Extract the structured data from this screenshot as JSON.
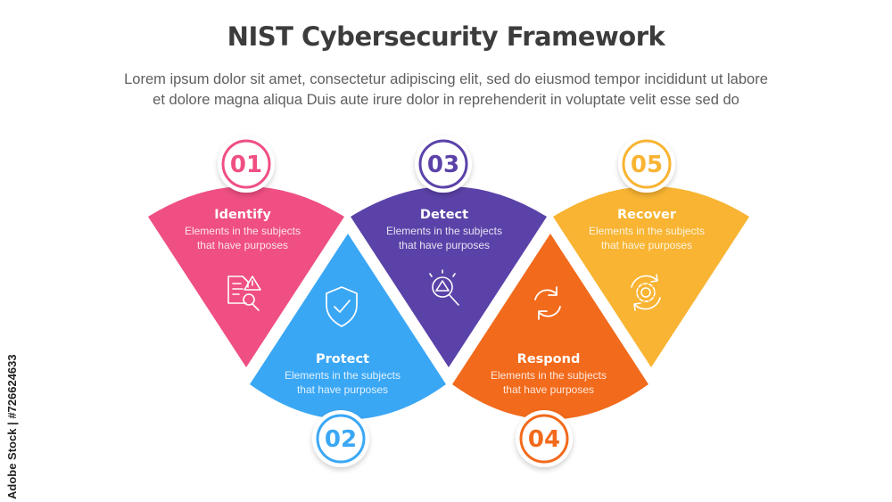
{
  "title": "NIST Cybersecurity Framework",
  "subtitle_line1": "Lorem ipsum dolor sit amet, consectetur adipiscing elit, sed do eiusmod tempor incididunt ut labore",
  "subtitle_line2": "et dolore magna aliqua Duis aute irure dolor in reprehenderit in voluptate velit esse sed do",
  "watermark": "Adobe Stock | #726624633",
  "steps": [
    {
      "number": "01",
      "title": "Identify",
      "desc1": "Elements in the subjects",
      "desc2": "that have purposes",
      "color": "#ef4f82",
      "icon": "document-search-warning-icon"
    },
    {
      "number": "02",
      "title": "Protect",
      "desc1": "Elements in the subjects",
      "desc2": "that have purposes",
      "color": "#3aa7f5",
      "icon": "shield-check-icon"
    },
    {
      "number": "03",
      "title": "Detect",
      "desc1": "Elements in the subjects",
      "desc2": "that have purposes",
      "color": "#5b42a8",
      "icon": "magnifier-alert-icon"
    },
    {
      "number": "04",
      "title": "Respond",
      "desc1": "Elements in the subjects",
      "desc2": "that have purposes",
      "color": "#f26a1b",
      "icon": "sync-arrows-icon"
    },
    {
      "number": "05",
      "title": "Recover",
      "desc1": "Elements in the subjects",
      "desc2": "that have purposes",
      "color": "#f8b432",
      "icon": "gear-cycle-icon"
    }
  ]
}
